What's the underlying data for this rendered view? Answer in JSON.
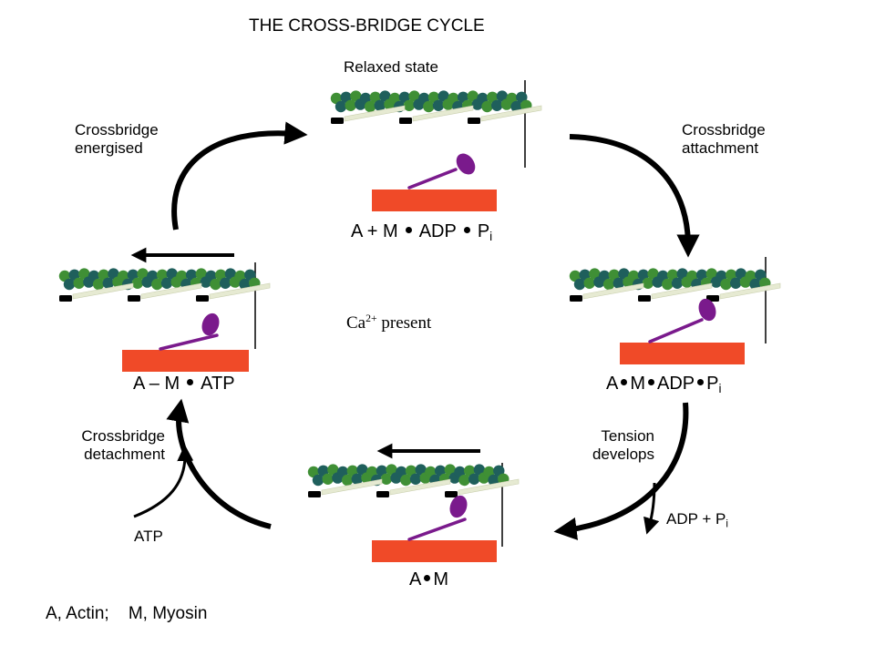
{
  "title": "THE CROSS-BRIDGE CYCLE",
  "states": {
    "relaxed_heading": "Relaxed state",
    "top": {
      "a": "A + M",
      "adp": "ADP",
      "p": "P",
      "p_sub": "i"
    },
    "right": {
      "a": "A",
      "m": "M",
      "adp": "ADP",
      "p": "P",
      "p_sub": "i"
    },
    "bottom": {
      "a": "A",
      "m": "M"
    },
    "left": {
      "a": "A – M",
      "atp": "ATP"
    }
  },
  "steps": {
    "attachment": [
      "Crossbridge",
      "attachment"
    ],
    "tension": [
      "Tension",
      "develops"
    ],
    "detachment": [
      "Crossbridge",
      "detachment"
    ],
    "energised": [
      "Crossbridge",
      "energised"
    ]
  },
  "released": {
    "text": "ADP + P",
    "sub": "i"
  },
  "atp_input": "ATP",
  "calcium": {
    "ion": "Ca",
    "charge": "2+",
    "text": "present"
  },
  "legend": "A, Actin;    M, Myosin",
  "colors": {
    "actin_dark": "#1f5f5c",
    "actin_light": "#3f8f35",
    "tropomyosin": "#e6ead2",
    "myosin_filament": "#f04a28",
    "crossbridge": "#7a1a8c",
    "z_line": "#000000",
    "arrow": "#000000"
  }
}
